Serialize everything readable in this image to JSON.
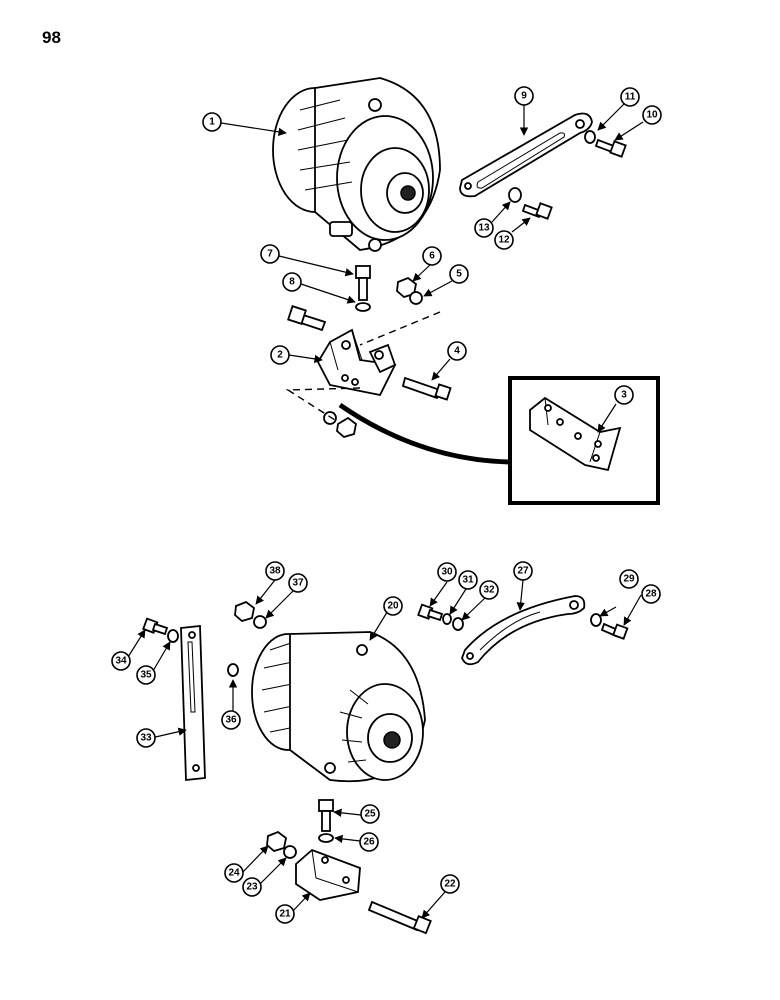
{
  "page_number": "98",
  "callouts": {
    "c1": "1",
    "c2": "2",
    "c3": "3",
    "c4": "4",
    "c5": "5",
    "c6": "6",
    "c7": "7",
    "c8": "8",
    "c9": "9",
    "c10": "10",
    "c11": "11",
    "c12": "12",
    "c13": "13",
    "c20": "20",
    "c21": "21",
    "c22": "22",
    "c23": "23",
    "c24": "24",
    "c25": "25",
    "c26": "26",
    "c27": "27",
    "c28": "28",
    "c29": "29",
    "c30": "30",
    "c31": "31",
    "c32": "32",
    "c33": "33",
    "c34": "34",
    "c35": "35",
    "c36": "36",
    "c37": "37",
    "c38": "38"
  }
}
